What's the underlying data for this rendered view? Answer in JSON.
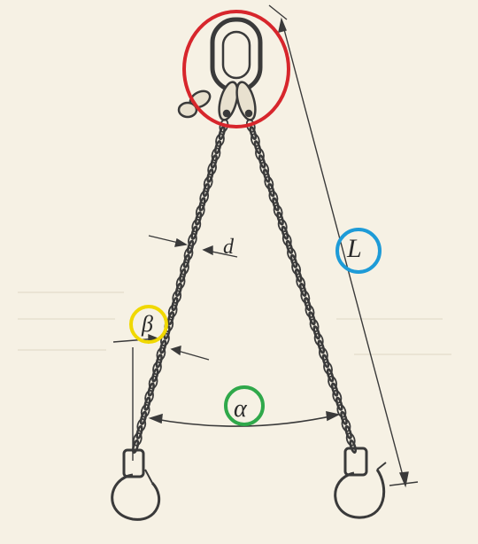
{
  "diagram": {
    "labels": {
      "d": "d",
      "L": "L",
      "beta": "β",
      "alpha": "α"
    },
    "highlight_colors": {
      "master_link": "#d7262c",
      "L": "#1e9bd7",
      "beta": "#f0d800",
      "alpha": "#2fa84a"
    },
    "line_color": "#3a3a3a",
    "background_color": "#f6f1e4"
  }
}
